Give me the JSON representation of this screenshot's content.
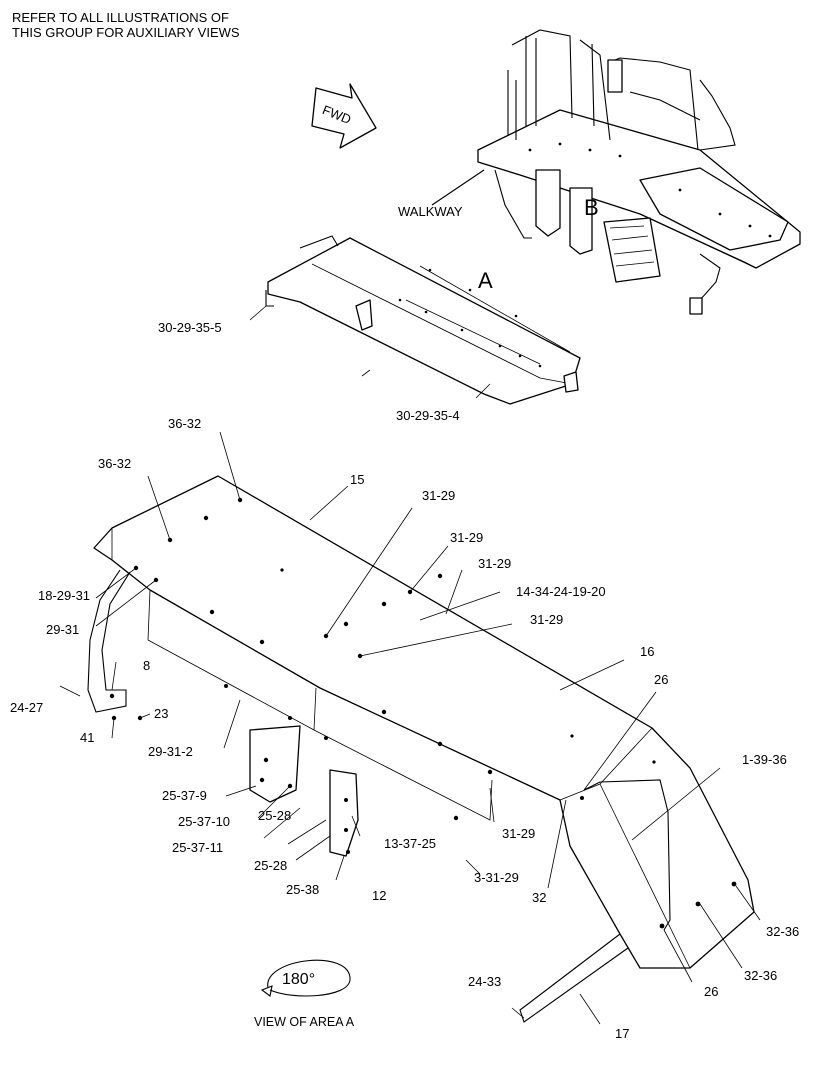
{
  "header_note": {
    "line1": "REFER TO ALL ILLUSTRATIONS OF",
    "line2": "THIS GROUP FOR AUXILIARY VIEWS"
  },
  "fwd_arrow": "FWD",
  "labels": {
    "walkway": "WALKWAY",
    "area_a": "A",
    "area_b": "B",
    "view_area": "VIEW OF AREA A",
    "rotation": "180°"
  },
  "callouts": [
    "30-29-35-5",
    "30-29-35-4",
    "36-32",
    "36-32",
    "15",
    "31-29",
    "31-29",
    "31-29",
    "14-34-24-19-20",
    "31-29",
    "16",
    "18-29-31",
    "29-31",
    "8",
    "24-27",
    "23",
    "41",
    "29-31-2",
    "25-37-9",
    "25-37-10",
    "25-37-11",
    "25-28",
    "25-28",
    "13-37-25",
    "25-38",
    "12",
    "31-29",
    "3-31-29",
    "26",
    "1-39-36",
    "32",
    "26",
    "32-36",
    "32-36",
    "24-33",
    "17"
  ]
}
